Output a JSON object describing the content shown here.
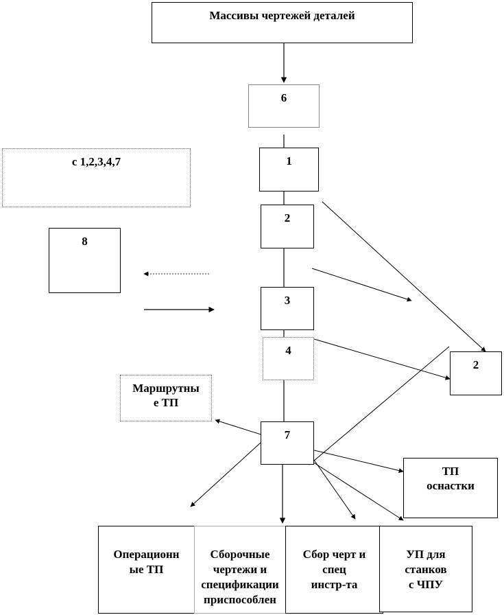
{
  "nodes": {
    "top": "Массивы  чертежей  деталей",
    "n6": "6",
    "n1": "1",
    "side_note": "с 1,2,3,4,7",
    "n2": "2",
    "n8": "8",
    "n3": "3",
    "n4": "4",
    "n2_right": "2",
    "route": "Маршрутны\nе ТП",
    "n7": "7",
    "tp_tooling": "ТП\nоснастки",
    "oper_tp": "Операционн\nые ТП",
    "assembly": "Сборочные\nчертежи и\nспецификации\nприспособлен",
    "tool_assembly": "Сбор черт и\nспец\nинстр-та",
    "cnc": "УП для\nстанков\nс ЧПУ"
  }
}
